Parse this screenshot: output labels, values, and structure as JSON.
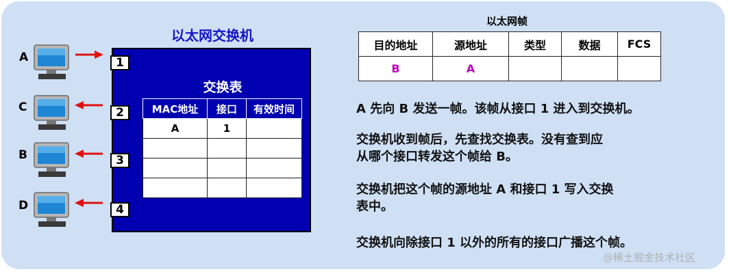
{
  "switch": {
    "title": "以太网交换机",
    "table_title": "交换表",
    "columns": [
      "MAC地址",
      "接口",
      "有效时间"
    ],
    "rows": [
      [
        "A",
        "1",
        ""
      ],
      [
        "",
        "",
        ""
      ],
      [
        "",
        "",
        ""
      ],
      [
        "",
        "",
        ""
      ]
    ],
    "ports": [
      "1",
      "2",
      "3",
      "4"
    ]
  },
  "hosts": [
    {
      "label": "A",
      "direction": "to-switch"
    },
    {
      "label": "C",
      "direction": "from-switch"
    },
    {
      "label": "B",
      "direction": "from-switch"
    },
    {
      "label": "D",
      "direction": "from-switch"
    }
  ],
  "frame": {
    "title": "以太网帧",
    "headers": [
      "目的地址",
      "源地址",
      "类型",
      "数据",
      "FCS"
    ],
    "values": [
      "B",
      "A",
      "",
      "",
      ""
    ],
    "value_color": "#c000c0"
  },
  "descriptions": [
    [
      "A 先向 B 发送一帧。该帧从接口 1 进入到交换机。"
    ],
    [
      "交换机收到帧后，先查找交换表。没有查到应",
      "从哪个接口转发这个帧给 B。"
    ],
    [
      "交换机把这个帧的源地址 A 和接口 1 写入交换",
      "表中。"
    ],
    [
      "交换机向除接口 1 以外的所有的接口广播这个帧。"
    ]
  ],
  "watermark": "@稀土掘金技术社区",
  "colors": {
    "panel": "#cfe0f5",
    "switch_fill": "#0000b0",
    "switch_title": "#1515c8",
    "arrow": "#e01010"
  }
}
